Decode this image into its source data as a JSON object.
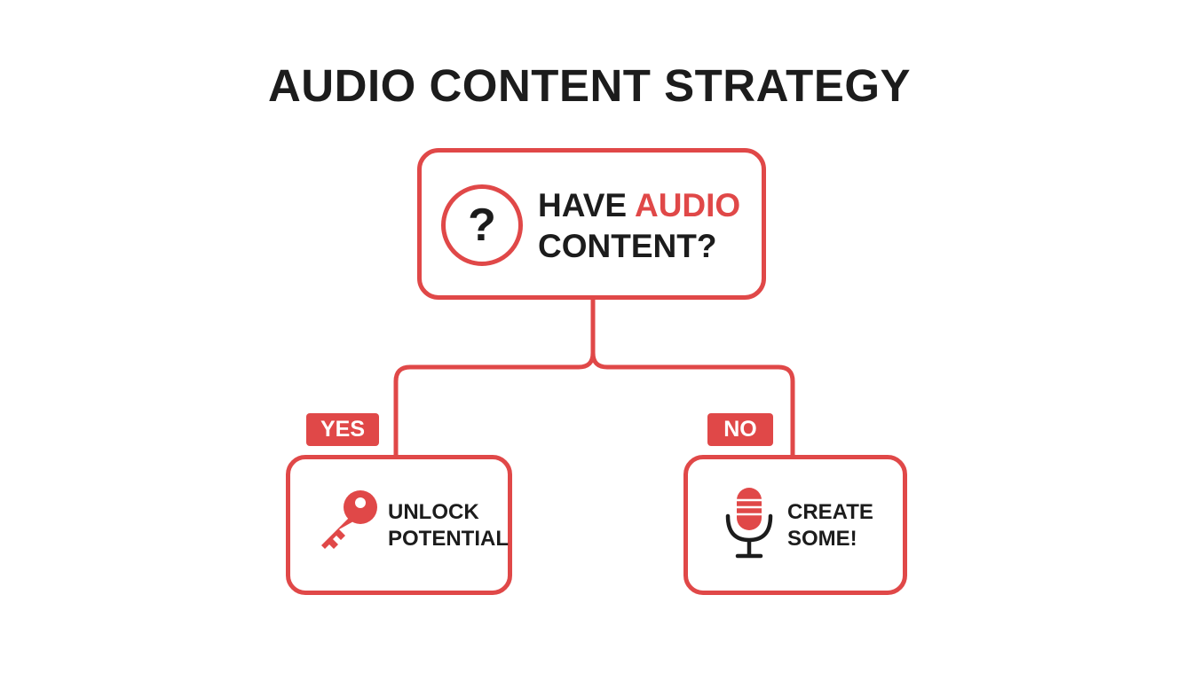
{
  "title": "AUDIO CONTENT STRATEGY",
  "question": {
    "line1_prefix": "HAVE ",
    "line1_accent": "AUDIO",
    "line2": "CONTENT?",
    "icon_glyph": "?",
    "icon": "question-mark-circle-icon"
  },
  "branches": [
    {
      "label": "YES",
      "text_line1": "UNLOCK",
      "text_line2": "POTENTIAL",
      "icon": "key-icon"
    },
    {
      "label": "NO",
      "text_line1": "CREATE",
      "text_line2": "SOME!",
      "icon": "microphone-icon"
    }
  ],
  "colors": {
    "accent": "#e04848",
    "text": "#1c1c1c",
    "background": "#ffffff"
  }
}
